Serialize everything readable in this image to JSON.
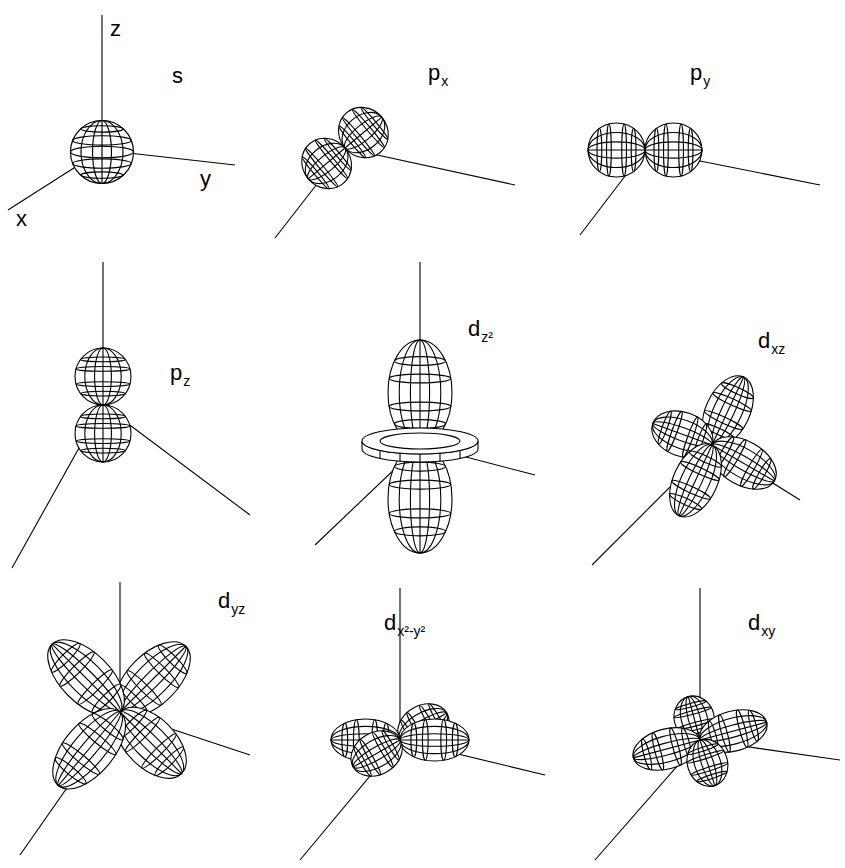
{
  "diagram": {
    "labels": [
      "z",
      "s",
      "y",
      "x",
      "px",
      "py",
      "pz",
      "dz²",
      "dxz",
      "dyz",
      "dx²-y²",
      "dxy"
    ]
  }
}
